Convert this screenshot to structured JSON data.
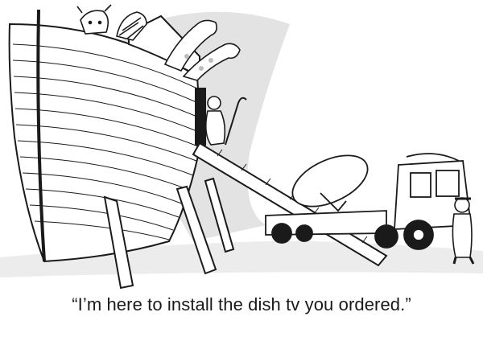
{
  "caption": "“I’m here to install the dish tv you ordered.”",
  "colors": {
    "ink": "#1a1a1a",
    "wash": "#d9d9d9",
    "paper": "#ffffff"
  },
  "scene": {
    "elements": [
      "ark",
      "noah",
      "gangplank",
      "animals",
      "satellite-dish",
      "truck",
      "installer"
    ]
  }
}
